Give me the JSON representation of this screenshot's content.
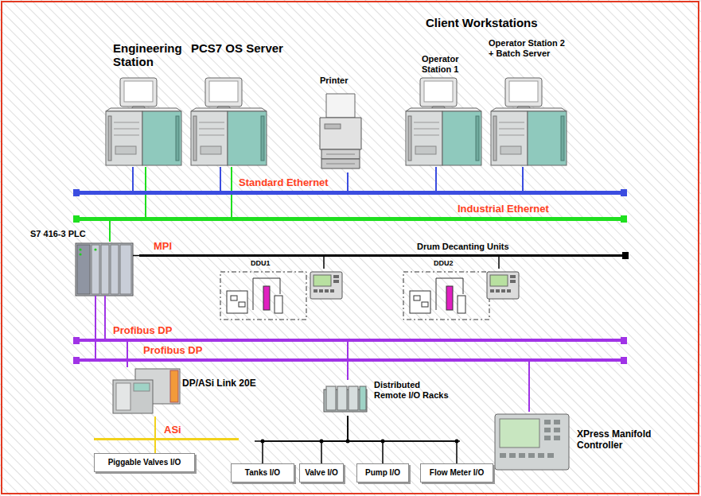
{
  "diagram": {
    "nodes": [
      {
        "text": [
          "Engineering Station"
        ]
      },
      {
        "text": [
          "PCS7 OS Server"
        ]
      },
      {
        "text": [
          "Printer"
        ]
      },
      {
        "text": [
          "Operator Station 1"
        ]
      },
      {
        "text": [
          "Operator Station 2 + Batch Server"
        ]
      },
      {
        "text": [
          "Standard Ethernet"
        ]
      },
      {
        "text": [
          "Industrial Ethernet"
        ]
      },
      {
        "text": [
          "S7 416-3 PLC"
        ]
      },
      {
        "text": [
          "MPI"
        ]
      },
      {
        "text": [
          "DDU1"
        ]
      },
      {
        "text": [
          "DDU2"
        ]
      },
      {
        "text": [
          "Profibus DP"
        ]
      },
      {
        "text": [
          "Profibus DP"
        ]
      },
      {
        "text": [
          "DP/ASi Link 20E"
        ]
      },
      {
        "text": [
          "Distributed Remote I/O Racks"
        ]
      },
      {
        "text": [
          "XPress Manifold Controller"
        ]
      },
      {
        "text": [
          "ASi"
        ]
      },
      {
        "text": [
          "Piggable Valves I/O"
        ]
      },
      {
        "text": [
          "Tanks I/O"
        ]
      },
      {
        "text": [
          "Valve I/O"
        ]
      },
      {
        "text": [
          "Pump I/O"
        ]
      },
      {
        "text": [
          "Flow Meter I/O"
        ]
      }
    ],
    "edges": [
      {
        "from": 0,
        "to": 5,
        "arrow": "none"
      },
      {
        "from": 0,
        "to": 6,
        "arrow": "none"
      },
      {
        "from": 1,
        "to": 5,
        "arrow": "none"
      },
      {
        "from": 1,
        "to": 6,
        "arrow": "none"
      },
      {
        "from": 2,
        "to": 5,
        "arrow": "none"
      },
      {
        "from": 3,
        "to": 5,
        "arrow": "none"
      },
      {
        "from": 4,
        "to": 5,
        "arrow": "none"
      },
      {
        "from": 7,
        "to": 6,
        "arrow": "none"
      },
      {
        "from": 7,
        "to": 8,
        "arrow": "none"
      },
      {
        "from": 9,
        "to": 8,
        "arrow": "none"
      },
      {
        "from": 10,
        "to": 8,
        "arrow": "none"
      },
      {
        "from": 7,
        "to": 11,
        "arrow": "none"
      },
      {
        "from": 7,
        "to": 12,
        "arrow": "none"
      },
      {
        "from": 13,
        "to": 11,
        "arrow": "none"
      },
      {
        "from": 14,
        "to": 11,
        "arrow": "none"
      },
      {
        "from": 15,
        "to": 12,
        "arrow": "none"
      },
      {
        "from": 13,
        "to": 16,
        "arrow": "none"
      },
      {
        "from": 17,
        "to": 16,
        "arrow": "none"
      },
      {
        "from": 14,
        "to": 18,
        "arrow": "none"
      },
      {
        "from": 14,
        "to": 19,
        "arrow": "none"
      },
      {
        "from": 14,
        "to": 20,
        "arrow": "none"
      },
      {
        "from": 14,
        "to": 21,
        "arrow": "none"
      }
    ],
    "labels": [
      "Client Workstations",
      "Drum Decanting Units"
    ]
  }
}
